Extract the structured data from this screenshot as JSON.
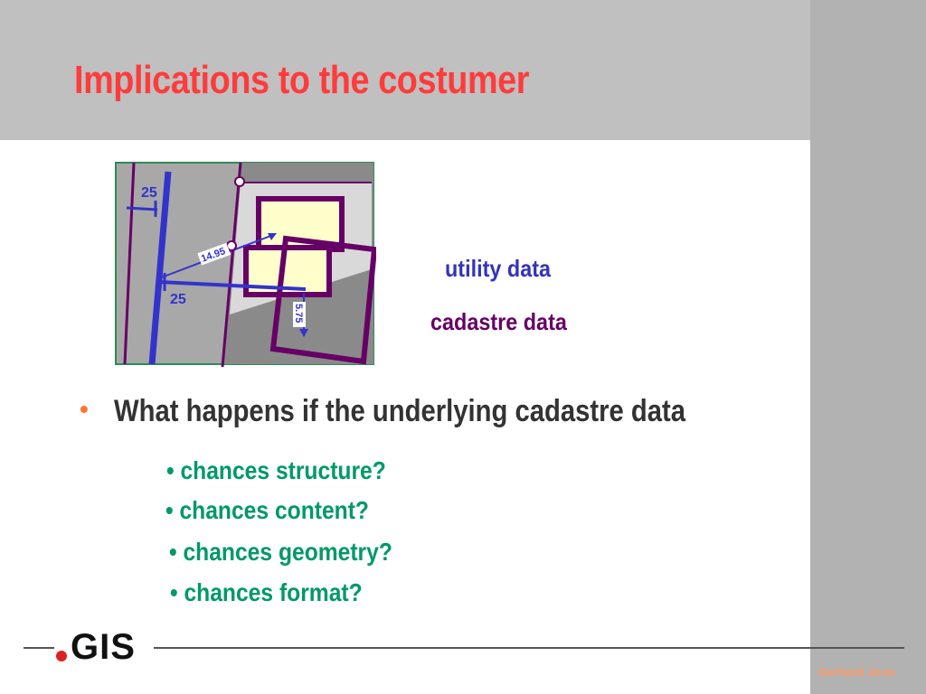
{
  "slide": {
    "title": "Implications to the costumer",
    "figure": {
      "label_25_top": "25",
      "label_25_mid": "25",
      "label_14_95": "14.95",
      "label_5_75": "5.75"
    },
    "legend": {
      "utility": "utility data",
      "cadastre": "cadastre data"
    },
    "bullet": {
      "marker": "•",
      "text": "What happens if the underlying cadastre data"
    },
    "sub_bullets": [
      "• chances structure?",
      "• chances content?",
      "• chances geometry?",
      "• chances format?"
    ],
    "footer": {
      "logo_text": "GIS",
      "author": "Gerhard Joos"
    }
  },
  "colors": {
    "title": "#ff3b3b",
    "utility": "#3333bb",
    "cadastre": "#660066",
    "sub_bullets": "#009966",
    "bullet_marker": "#ff7733"
  }
}
